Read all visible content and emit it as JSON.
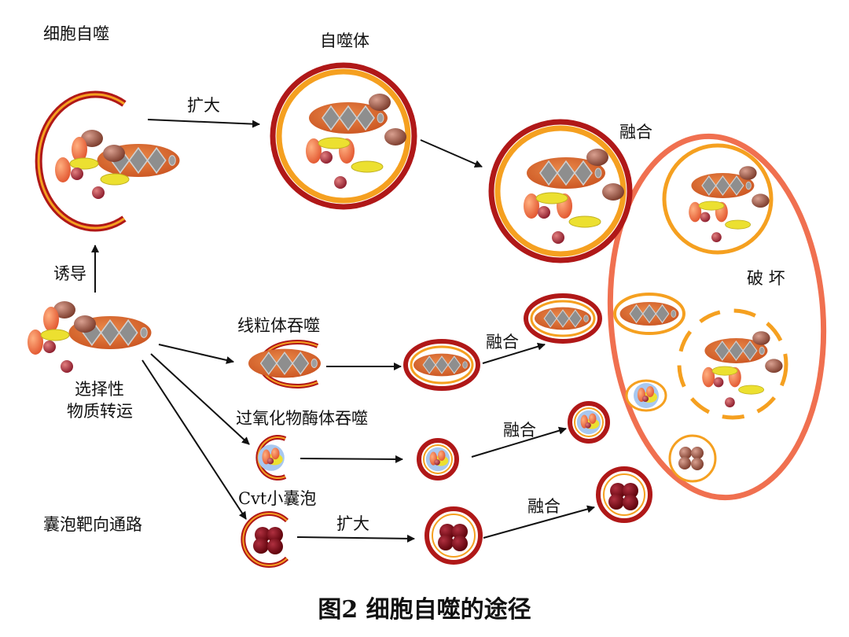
{
  "labels": {
    "macroautophagy": "细胞自噬",
    "autophagosome": "自噬体",
    "expand_top": "扩大",
    "fusion_top": "融合",
    "destroy": "破 坏",
    "induce": "诱导",
    "selective_line1": "选择性",
    "selective_line2": "物质转运",
    "mitophagy": "线粒体吞噬",
    "fusion_mito": "融合",
    "pexophagy": "过氧化物酶体吞噬",
    "fusion_pex": "融合",
    "cvt_vesicle": "Cvt小囊泡",
    "fusion_cvt": "融合",
    "cvt_pathway": "囊泡靶向通路",
    "expand_cvt": "扩大"
  },
  "caption": "图2  细胞自噬的途径",
  "colors": {
    "membrane_outer": "#b01818",
    "membrane_inner": "#f5a020",
    "organelle": "#d9622a",
    "crista": "#8f8f8f",
    "vacuole": "#f07050",
    "vesicle_dark": "#7a0a12",
    "yellow": "#ece030",
    "blue": "#a8c8f0"
  }
}
